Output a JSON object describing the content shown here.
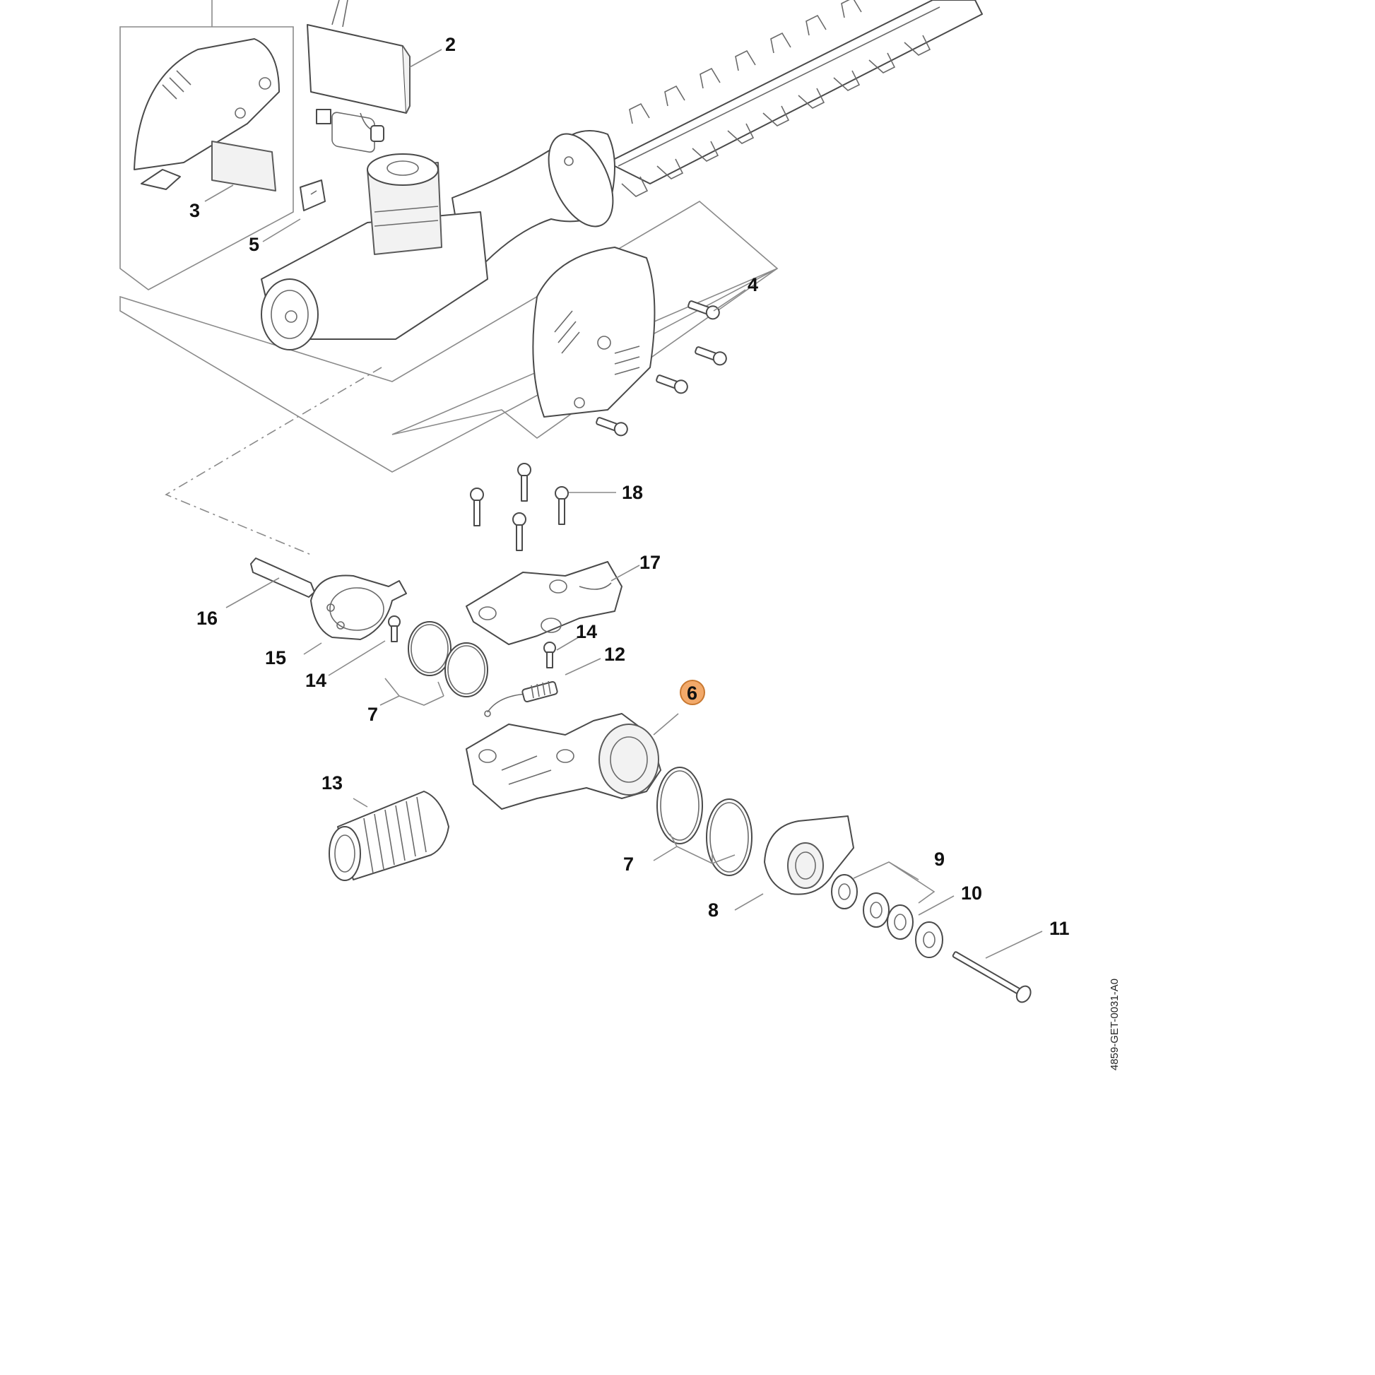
{
  "drawing_number": "4859-GET-0031-A0",
  "highlight_color": "#f2a96a",
  "callouts": [
    {
      "id": "c2",
      "label": "2"
    },
    {
      "id": "c3",
      "label": "3"
    },
    {
      "id": "c4",
      "label": "4"
    },
    {
      "id": "c5",
      "label": "5"
    },
    {
      "id": "c6",
      "label": "6",
      "highlighted": true
    },
    {
      "id": "c7a",
      "label": "7"
    },
    {
      "id": "c7b",
      "label": "7"
    },
    {
      "id": "c8",
      "label": "8"
    },
    {
      "id": "c9",
      "label": "9"
    },
    {
      "id": "c10",
      "label": "10"
    },
    {
      "id": "c11",
      "label": "11"
    },
    {
      "id": "c12",
      "label": "12"
    },
    {
      "id": "c13",
      "label": "13"
    },
    {
      "id": "c14a",
      "label": "14"
    },
    {
      "id": "c14b",
      "label": "14"
    },
    {
      "id": "c15",
      "label": "15"
    },
    {
      "id": "c16",
      "label": "16"
    },
    {
      "id": "c17",
      "label": "17"
    },
    {
      "id": "c18",
      "label": "18"
    }
  ]
}
